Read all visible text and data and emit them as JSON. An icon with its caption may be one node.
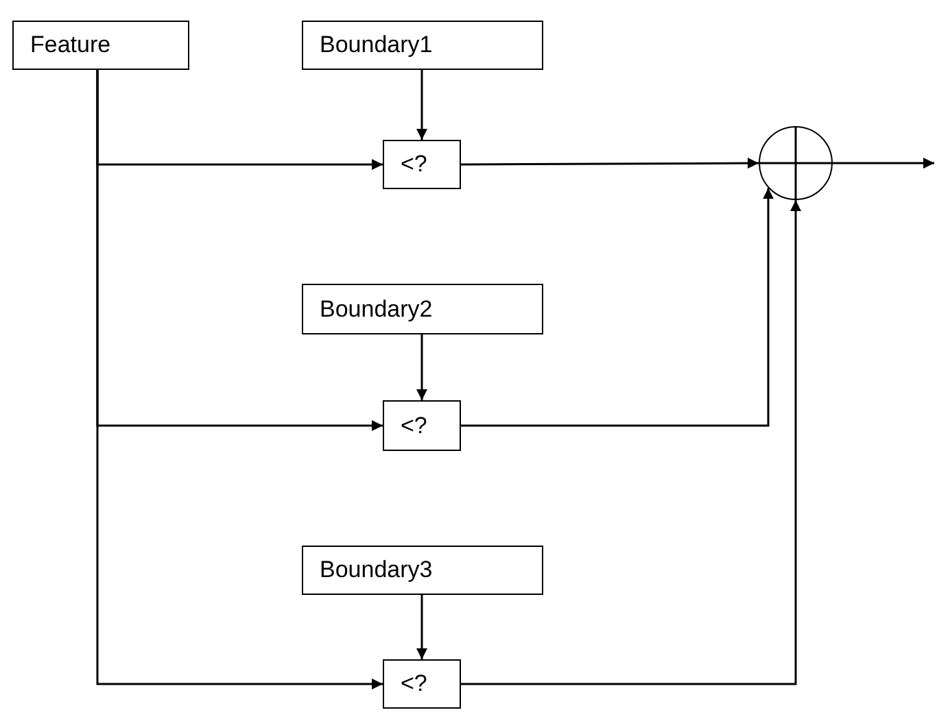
{
  "diagram": {
    "nodes": [
      {
        "text": [
          "Feature"
        ]
      },
      {
        "text": [
          "Boundary1"
        ]
      },
      {
        "text": [
          "<?"
        ]
      },
      {
        "text": [],
        "shape": "circle"
      },
      {
        "text": [
          "Boundary2"
        ]
      },
      {
        "text": [
          "<?"
        ]
      },
      {
        "text": [
          "Boundary3"
        ]
      },
      {
        "text": [
          "<?"
        ]
      }
    ],
    "edges": [
      {
        "from": 0,
        "to": 2,
        "arrow": "to"
      },
      {
        "from": 0,
        "to": 5,
        "arrow": "to"
      },
      {
        "from": 0,
        "to": 7,
        "arrow": "to"
      },
      {
        "from": 1,
        "to": 2,
        "arrow": "to"
      },
      {
        "from": 2,
        "to": 3,
        "arrow": "to"
      },
      {
        "from": 4,
        "to": 5,
        "arrow": "to"
      },
      {
        "from": 5,
        "to": 3,
        "arrow": "to"
      },
      {
        "from": 6,
        "to": 7,
        "arrow": "to"
      },
      {
        "from": 7,
        "to": 3,
        "arrow": "to"
      },
      {
        "from": 3,
        "to": null,
        "arrow": "to"
      }
    ]
  }
}
